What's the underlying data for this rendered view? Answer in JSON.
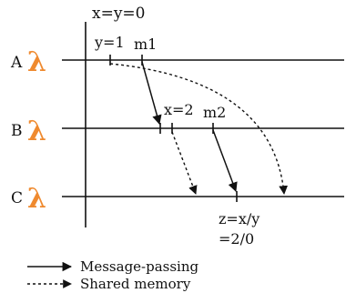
{
  "init_label": "x=y=0",
  "colors": {
    "lambda": "#ef8a2f",
    "ink": "#111111"
  },
  "processes": [
    {
      "name": "A",
      "symbol": "λ"
    },
    {
      "name": "B",
      "symbol": "λ"
    },
    {
      "name": "C",
      "symbol": "λ"
    }
  ],
  "event_labels": {
    "y1": "y=1",
    "m1": "m1",
    "x2": "x=2",
    "m2": "m2",
    "result_line1": "z=x/y",
    "result_line2": "=2/0"
  },
  "legend": {
    "message_passing": "Message-passing",
    "shared_memory": "Shared memory"
  }
}
